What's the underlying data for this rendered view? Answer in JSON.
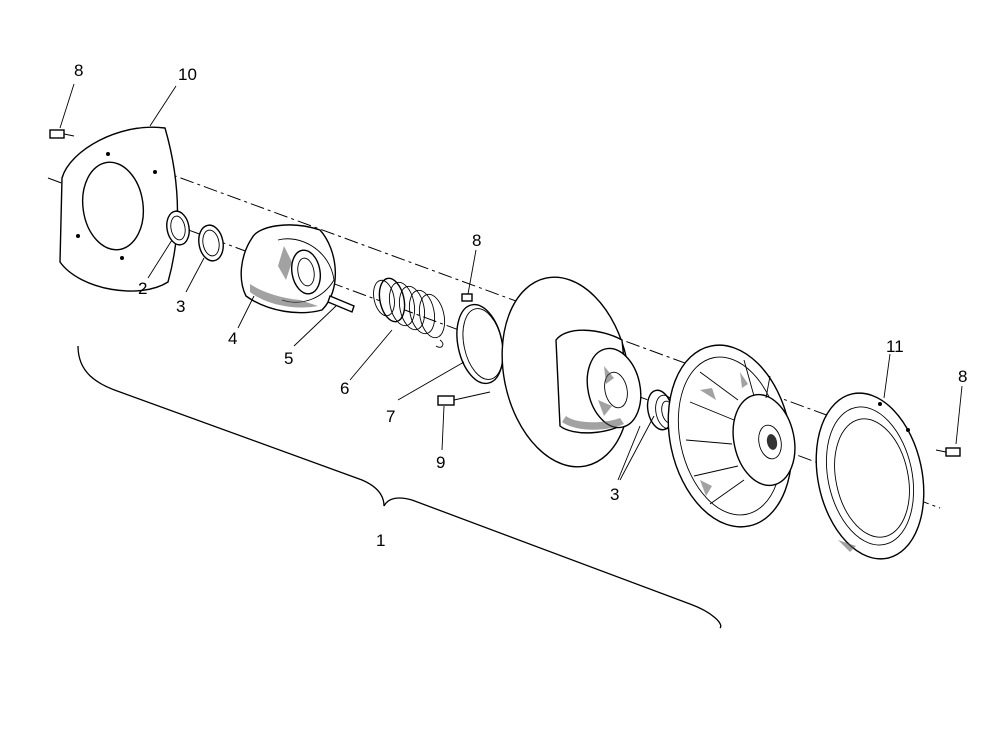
{
  "callouts": {
    "c1": "1",
    "c2": "2",
    "c3a": "3",
    "c3b": "3",
    "c4": "4",
    "c5": "5",
    "c6": "6",
    "c7": "7",
    "c8a": "8",
    "c8b": "8",
    "c8c": "8",
    "c9": "9",
    "c10": "10",
    "c11": "11"
  }
}
